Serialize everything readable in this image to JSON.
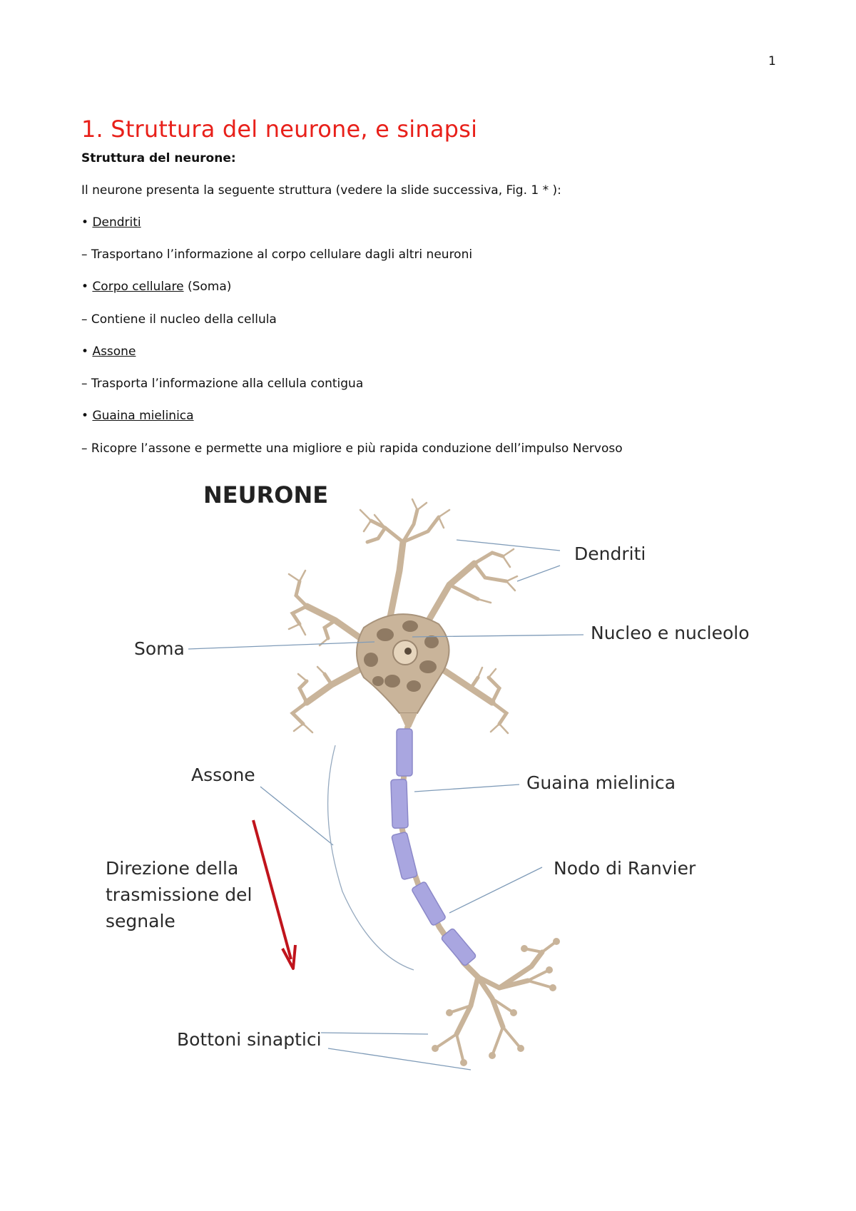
{
  "page_number": "1",
  "title": "1. Struttura del neurone, e sinapsi",
  "subtitle": "Struttura del neurone:",
  "intro": "Il neurone presenta la seguente struttura (vedere la slide successiva, Fig. 1 * ):",
  "items": [
    {
      "bullet": "•",
      "label": "Dendriti",
      "suffix": ""
    },
    {
      "dash": "–",
      "text": "Trasportano l’informazione al corpo cellulare dagli altri neuroni"
    },
    {
      "bullet": "•",
      "label": "Corpo cellulare",
      "suffix": " (Soma)"
    },
    {
      "dash": "–",
      "text": "Contiene il nucleo della cellula"
    },
    {
      "bullet": "•",
      "label": "Assone",
      "suffix": ""
    },
    {
      "dash": "–",
      "text": "Trasporta l’informazione alla cellula contigua"
    },
    {
      "bullet": "•",
      "label": "Guaina mielinica",
      "suffix": ""
    },
    {
      "dash": "–",
      "text": "Ricopre l’assone e permette una migliore e più rapida conduzione dell’impulso Nervoso"
    }
  ],
  "figure": {
    "title": "NEURONE",
    "labels": {
      "dendriti": "Dendriti",
      "nucleo": "Nucleo e nucleolo",
      "soma": "Soma",
      "assone": "Assone",
      "guaina": "Guaina mielinica",
      "direzione_1": "Direzione della",
      "direzione_2": "trasmissione del",
      "direzione_3": "segnale",
      "nodo": "Nodo di Ranvier",
      "bottoni": "Bottoni sinaptici"
    },
    "colors": {
      "cell": "#c9b49a",
      "cell_dark": "#8f7a63",
      "myelin": "#a9a6e0",
      "arrow": "#c0141c",
      "leader": "#7f9bb8"
    }
  }
}
